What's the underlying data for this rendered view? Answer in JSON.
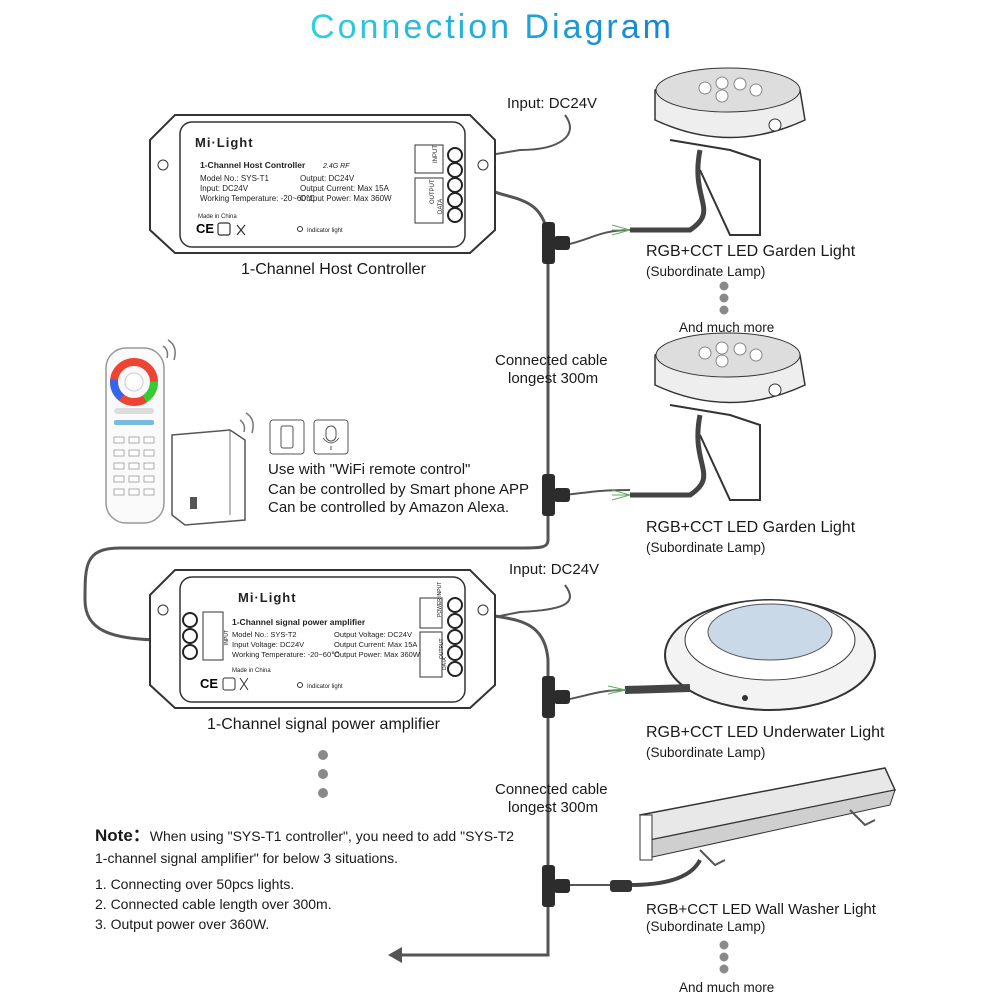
{
  "title": "Connection Diagram",
  "colors": {
    "title_start": "#2fd1e0",
    "title_end": "#1683d0",
    "cable": "#555555"
  },
  "controllers": {
    "host": {
      "brand": "Mi·Light",
      "name": "1-Channel Host Controller",
      "band": "2.4G RF",
      "model": "Model No.: SYS-T1",
      "input": "Input: DC24V",
      "temp": "Working Temperature: -20~60℃",
      "out_v": "Output: DC24V",
      "out_i": "Output Current: Max 15A",
      "out_p": "Output Power: Max 360W",
      "made": "Made in China",
      "indicator": "Indicator light",
      "term_input": "INPUT",
      "term_output": "OUTPUT",
      "term_data": "DATA",
      "caption": "1-Channel Host Controller",
      "input_label": "Input: DC24V"
    },
    "amp": {
      "brand": "Mi·Light",
      "name": "1-Channel signal power amplifier",
      "model": "Model No.: SYS-T2",
      "input": "Input Voltage: DC24V",
      "temp": "Working Temperature: -20~60℃",
      "out_v": "Output Voltage: DC24V",
      "out_i": "Output Current: Max 15A",
      "out_p": "Output Power: Max 360W",
      "made": "Made in China",
      "indicator": "Indicator light",
      "term_power_input": "POWER INPUT",
      "term_input": "INPUT",
      "term_output": "OUTPUT",
      "term_data": "DATA",
      "caption": "1-Channel signal power amplifier",
      "input_label": "Input: DC24V"
    }
  },
  "cable_labels": [
    {
      "line1": "Connected cable",
      "line2": "longest 300m"
    },
    {
      "line1": "Connected cable",
      "line2": "longest 300m"
    }
  ],
  "wifi": {
    "line1": "Use with \"WiFi remote control\"",
    "line2": "Can be controlled by Smart phone APP",
    "line3": "Can be controlled by Amazon Alexa."
  },
  "lamps": [
    {
      "name": "RGB+CCT LED Garden Light",
      "sub": "(Subordinate Lamp)",
      "icon": "garden-light-icon"
    },
    {
      "name": "RGB+CCT LED Garden Light",
      "sub": "(Subordinate Lamp)",
      "icon": "garden-light-icon"
    },
    {
      "name": "RGB+CCT LED Underwater Light",
      "sub": "(Subordinate Lamp)",
      "icon": "underwater-light-icon"
    },
    {
      "name": "RGB+CCT LED Wall Washer Light",
      "sub": "(Subordinate Lamp)",
      "icon": "wall-washer-light-icon"
    }
  ],
  "more": "And much more",
  "note": {
    "heading": "Note：",
    "line1": "When using \"SYS-T1 controller\", you need to add \"SYS-T2",
    "line2": "1-channel signal amplifier\" for below 3 situations.",
    "items": [
      "1. Connecting over 50pcs lights.",
      "2. Connected cable length over 300m.",
      "3. Output power over 360W."
    ]
  }
}
